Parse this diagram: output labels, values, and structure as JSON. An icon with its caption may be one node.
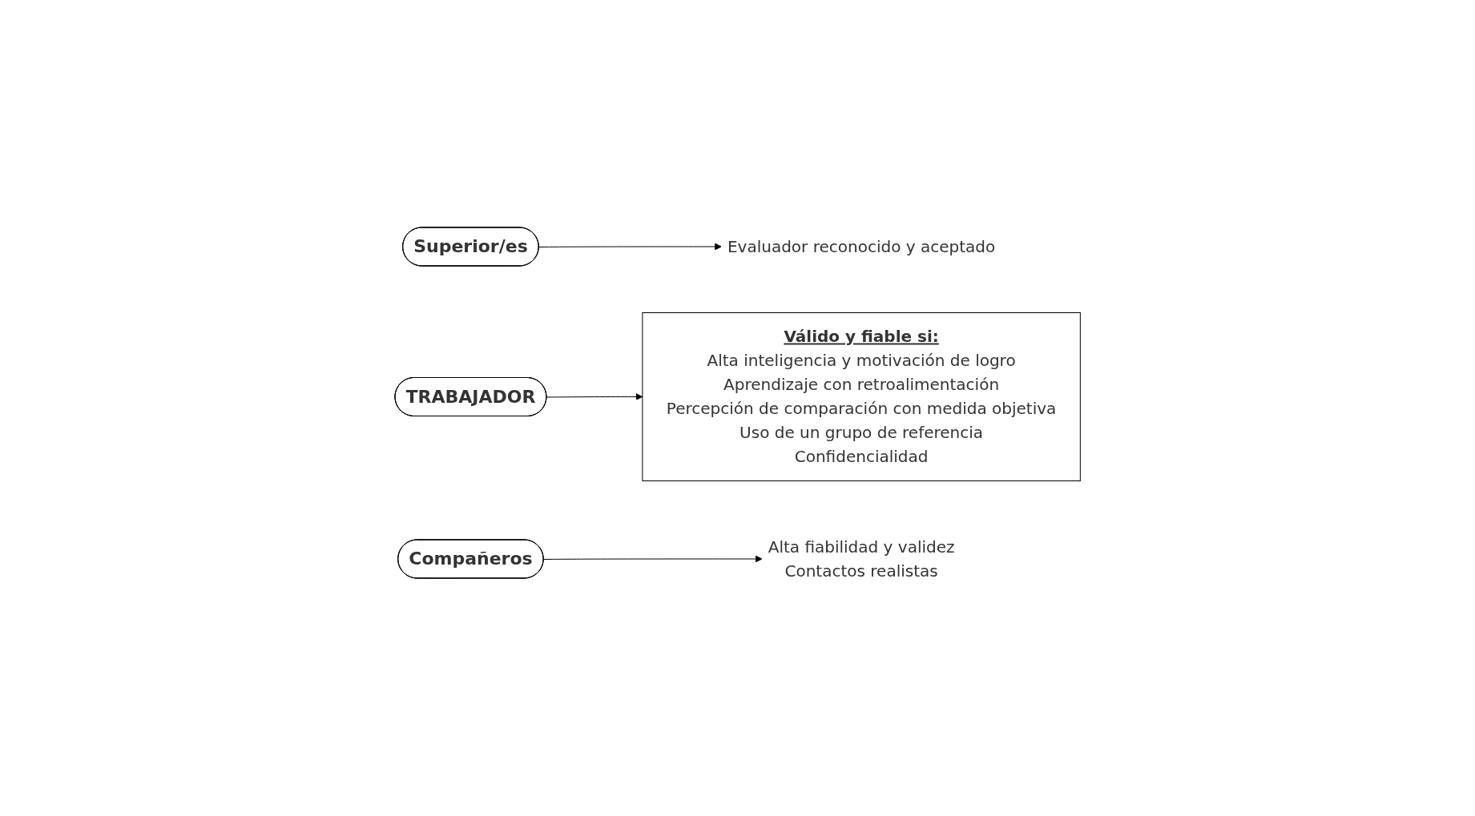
{
  "diagram": {
    "nodes": [
      {
        "text": [
          "Superior/es"
        ]
      },
      {
        "text": [
          "Evaluador reconocido y aceptado"
        ]
      },
      {
        "text": [
          "TRABAJADOR"
        ]
      },
      {
        "text": [
          "Válido y fiable si:",
          "Alta inteligencia y motivación de logro",
          "Aprendizaje con retroalimentación",
          "Percepción de comparación con medida objetiva",
          "Uso de un grupo de referencia",
          "Confidencialidad"
        ]
      },
      {
        "text": [
          "Compañeros"
        ]
      },
      {
        "text": [
          "Alta fiabilidad y validez",
          "Contactos realistas"
        ]
      }
    ],
    "edges": [
      {
        "from": 0,
        "to": 1,
        "arrow": "to"
      },
      {
        "from": 2,
        "to": 3,
        "arrow": "to"
      },
      {
        "from": 4,
        "to": 5,
        "arrow": "to"
      }
    ]
  }
}
